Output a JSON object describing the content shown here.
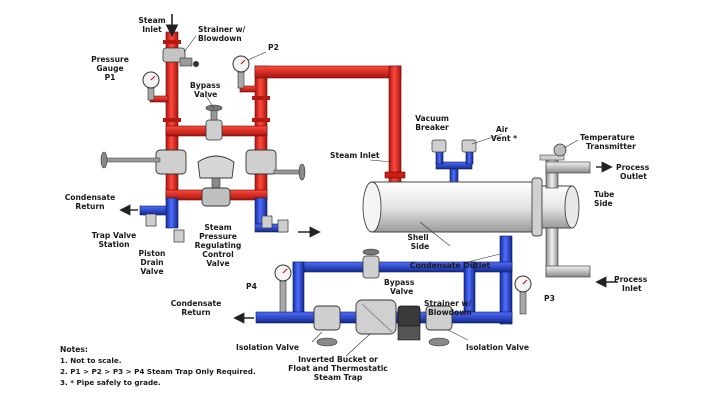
{
  "diagram": {
    "colors": {
      "steam": "#e0241b",
      "condensate": "#1f3fd6",
      "equipment": "#d8d8d8",
      "outline": "#2a2a2a",
      "background": "#ffffff"
    },
    "labels": {
      "steam_inlet_top_1": "Steam",
      "steam_inlet_top_2": "Inlet",
      "strainer_top_1": "Strainer w/",
      "strainer_top_2": "Blowdown",
      "pressure_gauge_1": "Pressure",
      "pressure_gauge_2": "Gauge",
      "pressure_gauge_3": "P1",
      "p2": "P2",
      "bypass_top_1": "Bypass",
      "bypass_top_2": "Valve",
      "steam_inlet_mid": "Steam Inlet",
      "vacuum_breaker_1": "Vacuum",
      "vacuum_breaker_2": "Breaker",
      "air_vent_1": "Air",
      "air_vent_2": "Vent *",
      "temp_transmitter_1": "Temperature",
      "temp_transmitter_2": "Transmitter",
      "process_outlet_1": "Process",
      "process_outlet_2": "Outlet",
      "tube_side_1": "Tube",
      "tube_side_2": "Side",
      "condensate_return_top_1": "Condensate",
      "condensate_return_top_2": "Return",
      "trap_valve_station_1": "Trap Valve",
      "trap_valve_station_2": "Station",
      "piston_drain_1": "Piston",
      "piston_drain_2": "Drain",
      "piston_drain_3": "Valve",
      "control_valve_1": "Steam",
      "control_valve_2": "Pressure",
      "control_valve_3": "Regulating",
      "control_valve_4": "Control",
      "control_valve_5": "Valve",
      "shell_side_1": "Shell",
      "shell_side_2": "Side",
      "condensate_outlet": "Condensate Outlet",
      "process_inlet_1": "Process",
      "process_inlet_2": "Inlet",
      "p4": "P4",
      "bypass_bottom_1": "Bypass",
      "bypass_bottom_2": "Valve",
      "p3": "P3",
      "condensate_return_bottom_1": "Condensate",
      "condensate_return_bottom_2": "Return",
      "strainer_bottom_1": "Strainer w/",
      "strainer_bottom_2": "Blowdown",
      "isolation_left": "Isolation Valve",
      "isolation_right": "Isolation Valve",
      "steam_trap_1": "Inverted Bucket or",
      "steam_trap_2": "Float and Thermostatic",
      "steam_trap_3": "Steam Trap"
    },
    "notes": {
      "title": "Notes:",
      "items": [
        "1.  Not to scale.",
        "2.  P1 > P2 > P3 > P4 Steam Trap Only Required.",
        "3.  * Pipe safely to grade."
      ]
    }
  }
}
